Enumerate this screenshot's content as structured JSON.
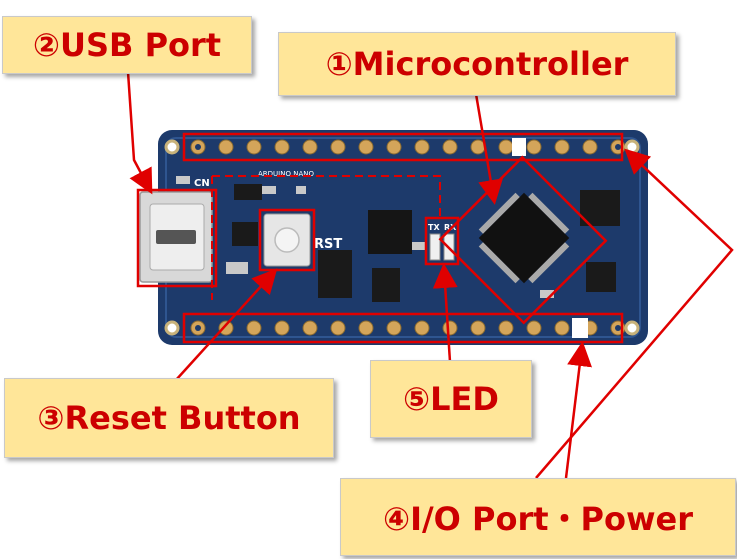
{
  "labels": {
    "usb_port": "②USB Port",
    "microcontroller": "①Microcontroller",
    "reset_button": "③Reset Button",
    "led": "⑤LED",
    "io_port_power": "④I/O Port・Power"
  },
  "board": {
    "cn_text": "CN",
    "rst_text": "RST",
    "tx_text": "TX",
    "rx_text": "RX",
    "board_name": "ARDUINO NANO"
  },
  "colors": {
    "label_bg": "#ffe699",
    "label_text": "#cc0000",
    "callout": "#e00000",
    "pcb": "#1d3a6b"
  }
}
